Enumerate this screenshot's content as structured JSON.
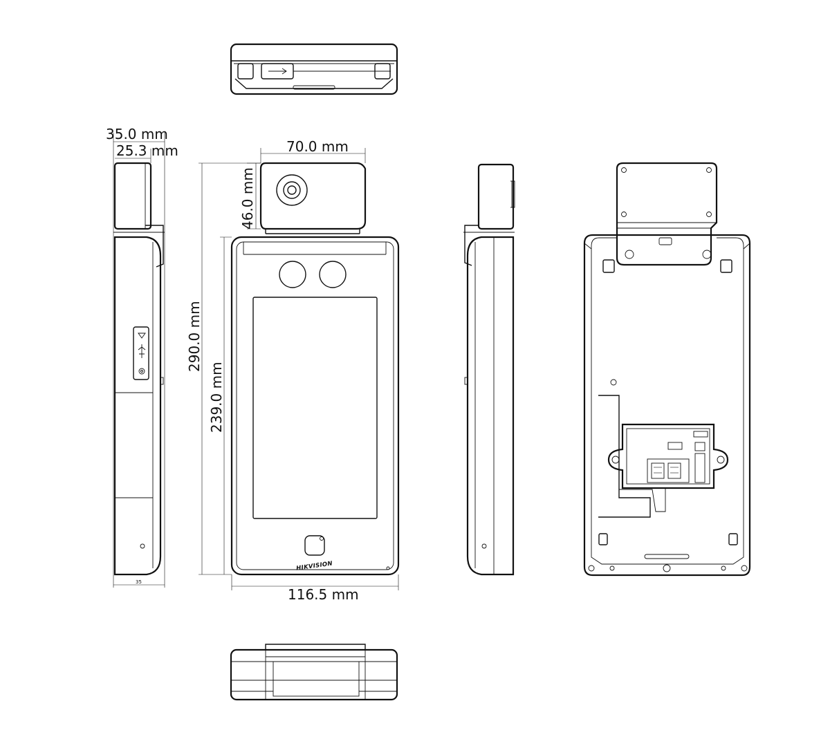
{
  "dimensions": {
    "depth_total": "35.0 mm",
    "depth_body": "25.3 mm",
    "module_width": "70.0 mm",
    "module_height": "46.0 mm",
    "total_height": "290.0 mm",
    "body_height": "239.0 mm",
    "body_width": "116.5 mm",
    "small_depth_label": "35"
  },
  "brand": {
    "logo_text": "HIKVISION"
  },
  "colors": {
    "line": "#111111",
    "background": "#ffffff"
  },
  "views": [
    "top-view",
    "side-view-left",
    "front-view",
    "side-view-right",
    "rear-view",
    "bottom-view"
  ]
}
